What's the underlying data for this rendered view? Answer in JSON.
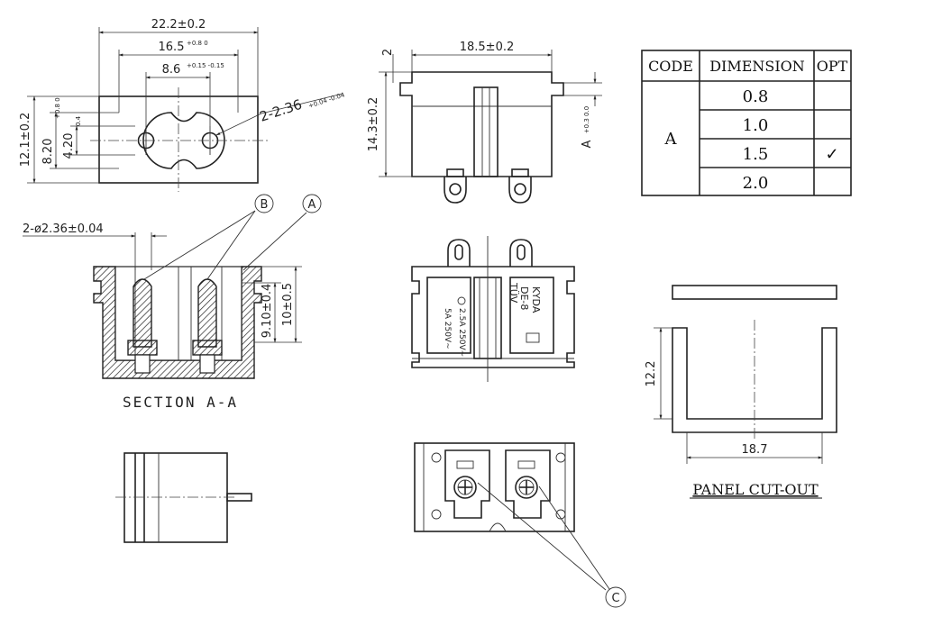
{
  "dimensions": {
    "top_width": "22.2±0.2",
    "pin_spacing_outer": "16.5",
    "pin_spacing_outer_tol": "+0.8 0",
    "pin_spacing_inner": "8.6",
    "pin_spacing_inner_tol": "+0.15 -0.15",
    "hole_dia": "2-2.36",
    "hole_dia_tol": "+0.04 -0.04",
    "height_left": "12.1±0.2",
    "height_8_20": "8.20",
    "height_8_20_tol": "+0.8 0",
    "height_4_20": "4.20",
    "height_4_20_tol": "0.4",
    "side_top": "2",
    "side_width": "18.5±0.2",
    "side_height": "14.3±0.2",
    "side_a": "A",
    "side_a_tol": "+0.3 0.0",
    "section_dia": "2-ø2.36±0.04",
    "section_h1": "9.10±0.4",
    "section_h2": "10±0.5",
    "cutout_h": "12.2",
    "cutout_w": "18.7"
  },
  "labels": {
    "section": "SECTION A-A",
    "panel_cutout": "PANEL CUT-OUT",
    "callout_a": "A",
    "callout_b": "B",
    "callout_c": "C"
  },
  "front_markings": {
    "brand": "KYDA",
    "model": "DE-8",
    "rating1": "2.5A 250V~",
    "rating2": "5A 250V~",
    "cert": "TÜV"
  },
  "table": {
    "headers": [
      "CODE",
      "DIMENSION",
      "OPT"
    ],
    "code": "A",
    "rows": [
      {
        "dimension": "0.8",
        "opt": ""
      },
      {
        "dimension": "1.0",
        "opt": ""
      },
      {
        "dimension": "1.5",
        "opt": "✓"
      },
      {
        "dimension": "2.0",
        "opt": ""
      }
    ]
  }
}
